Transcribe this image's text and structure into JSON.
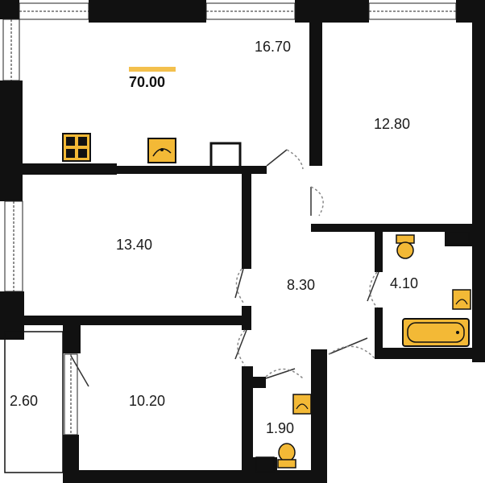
{
  "plan": {
    "total_area": "70.00",
    "rooms": [
      {
        "id": "kitchen-living",
        "area": "16.70"
      },
      {
        "id": "bedroom-right",
        "area": "12.80"
      },
      {
        "id": "bedroom-middle",
        "area": "13.40"
      },
      {
        "id": "hallway",
        "area": "8.30"
      },
      {
        "id": "bathroom",
        "area": "4.10"
      },
      {
        "id": "balcony",
        "area": "2.60"
      },
      {
        "id": "bedroom-bottom",
        "area": "10.20"
      },
      {
        "id": "toilet",
        "area": "1.90"
      }
    ]
  },
  "colors": {
    "wall": "#111111",
    "fixture": "#f3b936",
    "accent": "#f3c04d",
    "window": "#ffffff",
    "door_swing": "#9a9a9a"
  }
}
